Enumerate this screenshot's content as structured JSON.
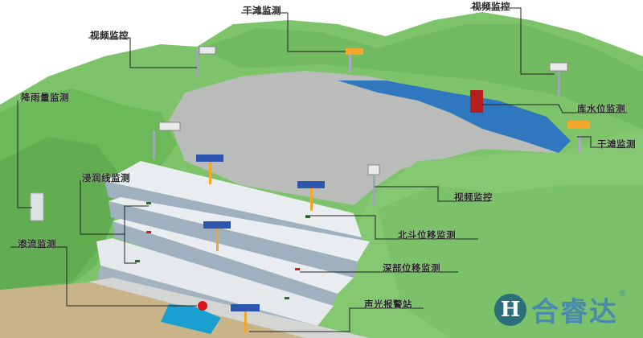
{
  "diagram": {
    "type": "tailings-dam-monitoring-illustration",
    "labels": {
      "video_top_left": "视频监控",
      "dry_beach_top": "干滩监测",
      "video_top_right": "视频监控",
      "rainfall": "降雨量监测",
      "reservoir_level": "库水位监测",
      "dry_beach_right": "干滩监测",
      "phreatic_line": "浸润线监测",
      "video_right": "视频监控",
      "beidou_displacement": "北斗位移监测",
      "seepage": "渗流监测",
      "deep_displacement": "深部位移监测",
      "sound_light_alarm": "声光报警站"
    },
    "colors": {
      "hill_green": "#7cc36a",
      "hill_dark": "#5ea84e",
      "tailings_gray": "#b9bcb8",
      "water_blue": "#2f78c0",
      "dam_white": "#e9edf0",
      "dam_shadow": "#9fb0c0",
      "ground_sand": "#c9b48a",
      "pool_cyan": "#1aa0d0",
      "sensor_orange": "#f2a62a",
      "level_gauge_red": "#b51f1f",
      "leader_line": "#222222"
    }
  },
  "logo": {
    "mark": "H",
    "text": "合睿达",
    "reg": "®"
  }
}
